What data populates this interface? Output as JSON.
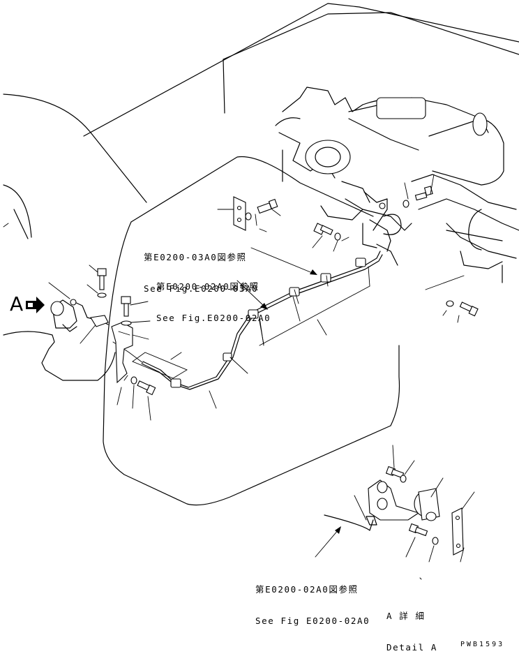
{
  "references": {
    "ref1": {
      "jp": "第E0200-03A0図参照",
      "en": "See Fig.E0200-03A0"
    },
    "ref2": {
      "jp": "第E0200-02A0図参照",
      "en": "See Fig.E0200-02A0"
    },
    "ref3": {
      "jp": "第E0200-02A0図参照",
      "en": "See Fig E0200-02A0"
    }
  },
  "view_marker": "A",
  "detail": {
    "jp": "A 詳 細",
    "en": "Detail A"
  },
  "drawing_code": "PWB1593"
}
